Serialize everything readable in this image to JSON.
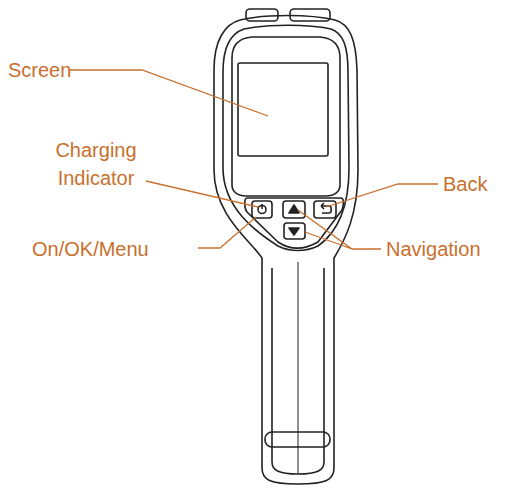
{
  "diagram": {
    "labels": [
      "Screen",
      "Charging Indicator",
      "Back",
      "On/OK/Menu",
      "Navigation"
    ]
  }
}
